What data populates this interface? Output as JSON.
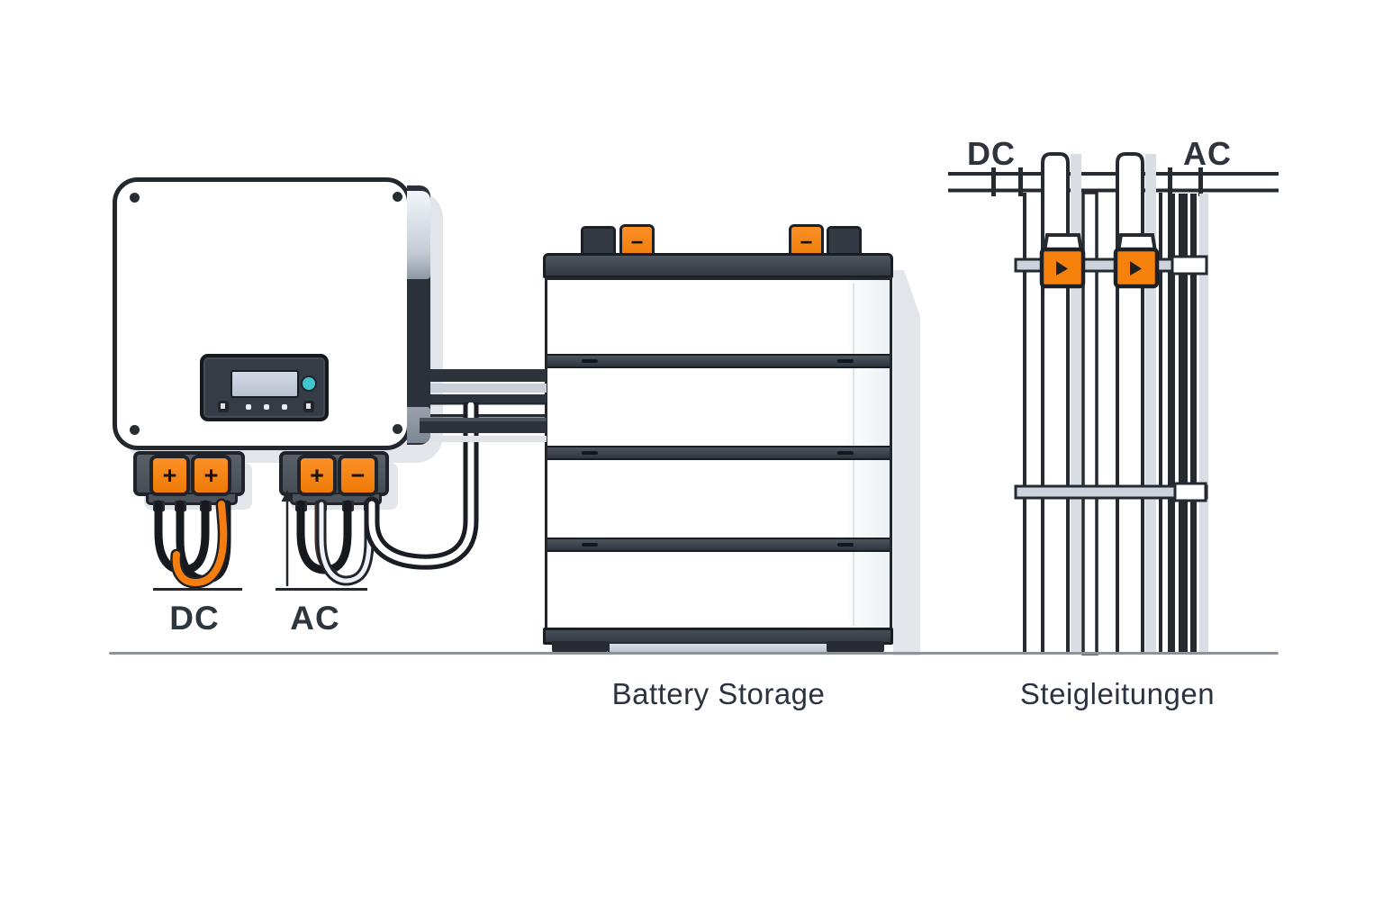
{
  "scene": {
    "background": "#ffffff",
    "ground_color": "#8d929a"
  },
  "inverter": {
    "dc_port": {
      "label": "DC",
      "connector_symbols": [
        "+",
        "+"
      ]
    },
    "ac_port": {
      "label": "AC",
      "connector_symbols": [
        "+",
        "−"
      ]
    }
  },
  "battery": {
    "caption": "Battery Storage",
    "terminal_symbols": [
      "−",
      "−"
    ],
    "module_count": 4
  },
  "risers": {
    "caption": "Steigleitungen",
    "dc_label": "DC",
    "ac_label": "AC"
  },
  "colors": {
    "outline": "#23272e",
    "accent_orange": "#f6820c",
    "led_teal": "#3fc6ce",
    "connector_gray": "#4d535b",
    "shadow_gray": "#e1e5ea",
    "text_dark": "#2b3240"
  }
}
